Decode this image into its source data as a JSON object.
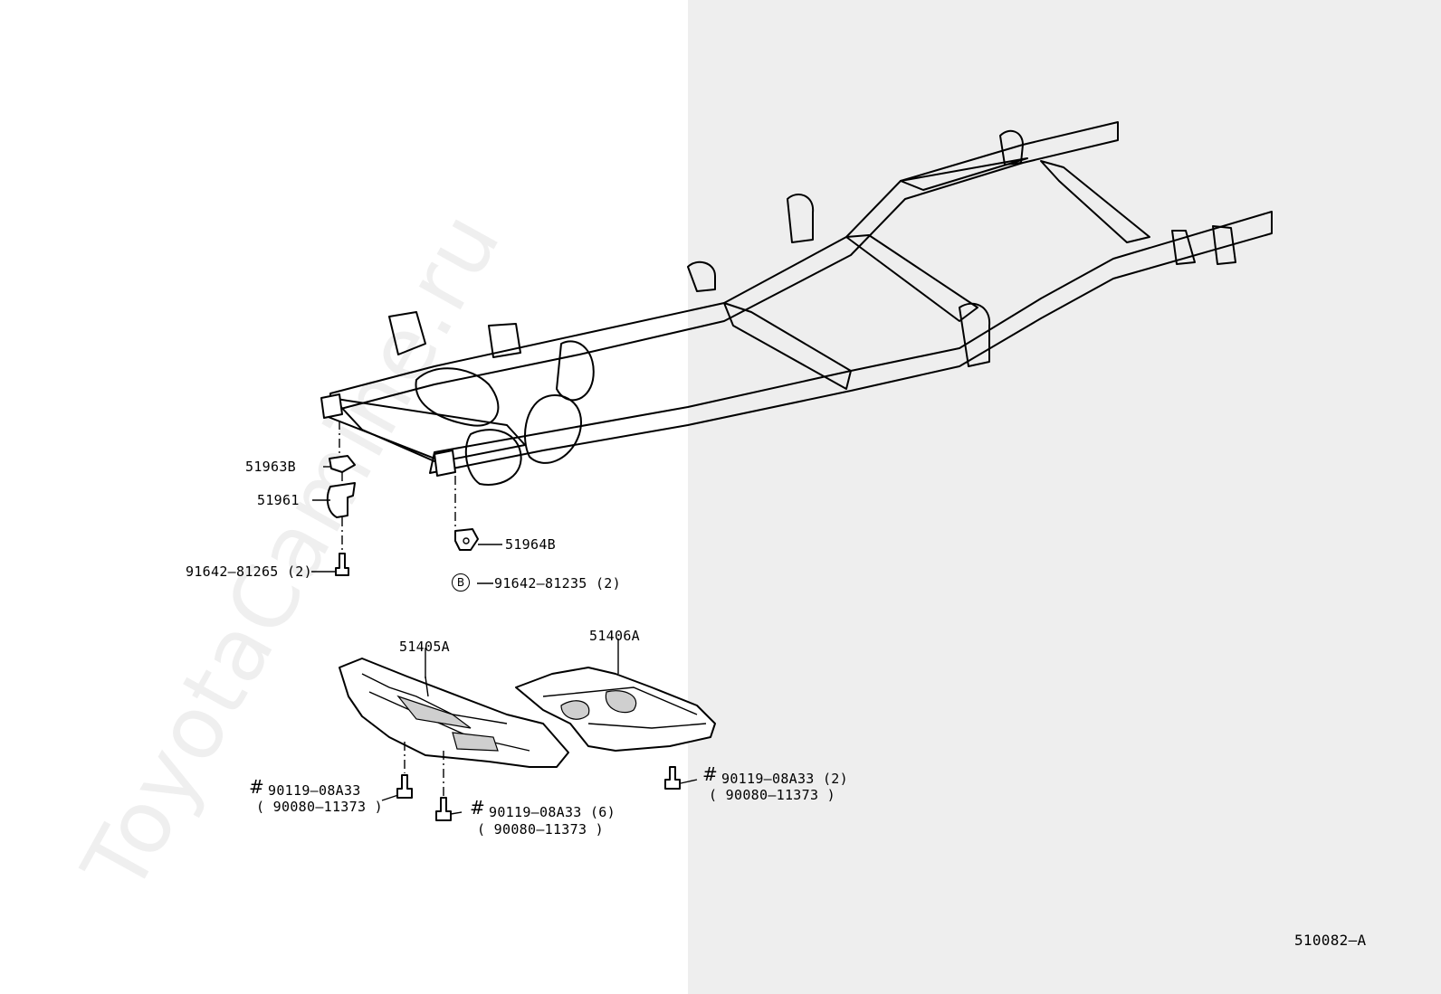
{
  "watermark": "ToyotaCamine.ru",
  "diagram_id": "510082–A",
  "callouts": {
    "p51963b": "51963B",
    "p51961": "51961",
    "p51964b": "51964B",
    "bolt_front": "91642–81265 (2)",
    "bolt_b": "91642–81235 (2)",
    "b_marker": "B",
    "p51405a": "51405A",
    "p51406a": "51406A",
    "bolt_left_1": "90119–08A33",
    "bolt_left_2": "( 90080–11373 )",
    "bolt_mid_1": "90119–08A33 (6)",
    "bolt_mid_2": "( 90080–11373 )",
    "bolt_right_1": "90119–08A33 (2)",
    "bolt_right_2": "( 90080–11373 )",
    "hash_mark": "#"
  }
}
